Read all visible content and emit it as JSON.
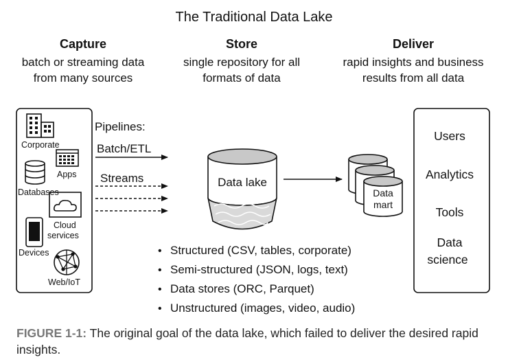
{
  "title": "The Traditional Data Lake",
  "columns": {
    "capture": {
      "heading": "Capture",
      "sub": "batch or streaming data\nfrom many sources"
    },
    "store": {
      "heading": "Store",
      "sub": "single repository for all\nformats of data"
    },
    "deliver": {
      "heading": "Deliver",
      "sub": "rapid insights and business\nresults from all data"
    }
  },
  "sources": {
    "corporate": "Corporate",
    "apps": "Apps",
    "databases": "Databases",
    "cloud_line1": "Cloud",
    "cloud_line2": "services",
    "devices": "Devices",
    "webiot": "Web/IoT"
  },
  "pipelines": {
    "label": "Pipelines:",
    "batch": "Batch/ETL",
    "streams": "Streams"
  },
  "data_lake": "Data lake",
  "data_mart_line1": "Data",
  "data_mart_line2": "mart",
  "data_types": [
    "Structured (CSV, tables, corporate)",
    "Semi-structured (JSON, logs, text)",
    "Data stores (ORC, Parquet)",
    "Unstructured (images, video, audio)"
  ],
  "consumers": {
    "users": "Users",
    "analytics": "Analytics",
    "tools": "Tools",
    "data_science_line1": "Data",
    "data_science_line2": "science"
  },
  "caption": {
    "label": "FIGURE 1-1:",
    "text": " The original goal of the data lake, which failed to deliver the desired rapid insights."
  }
}
